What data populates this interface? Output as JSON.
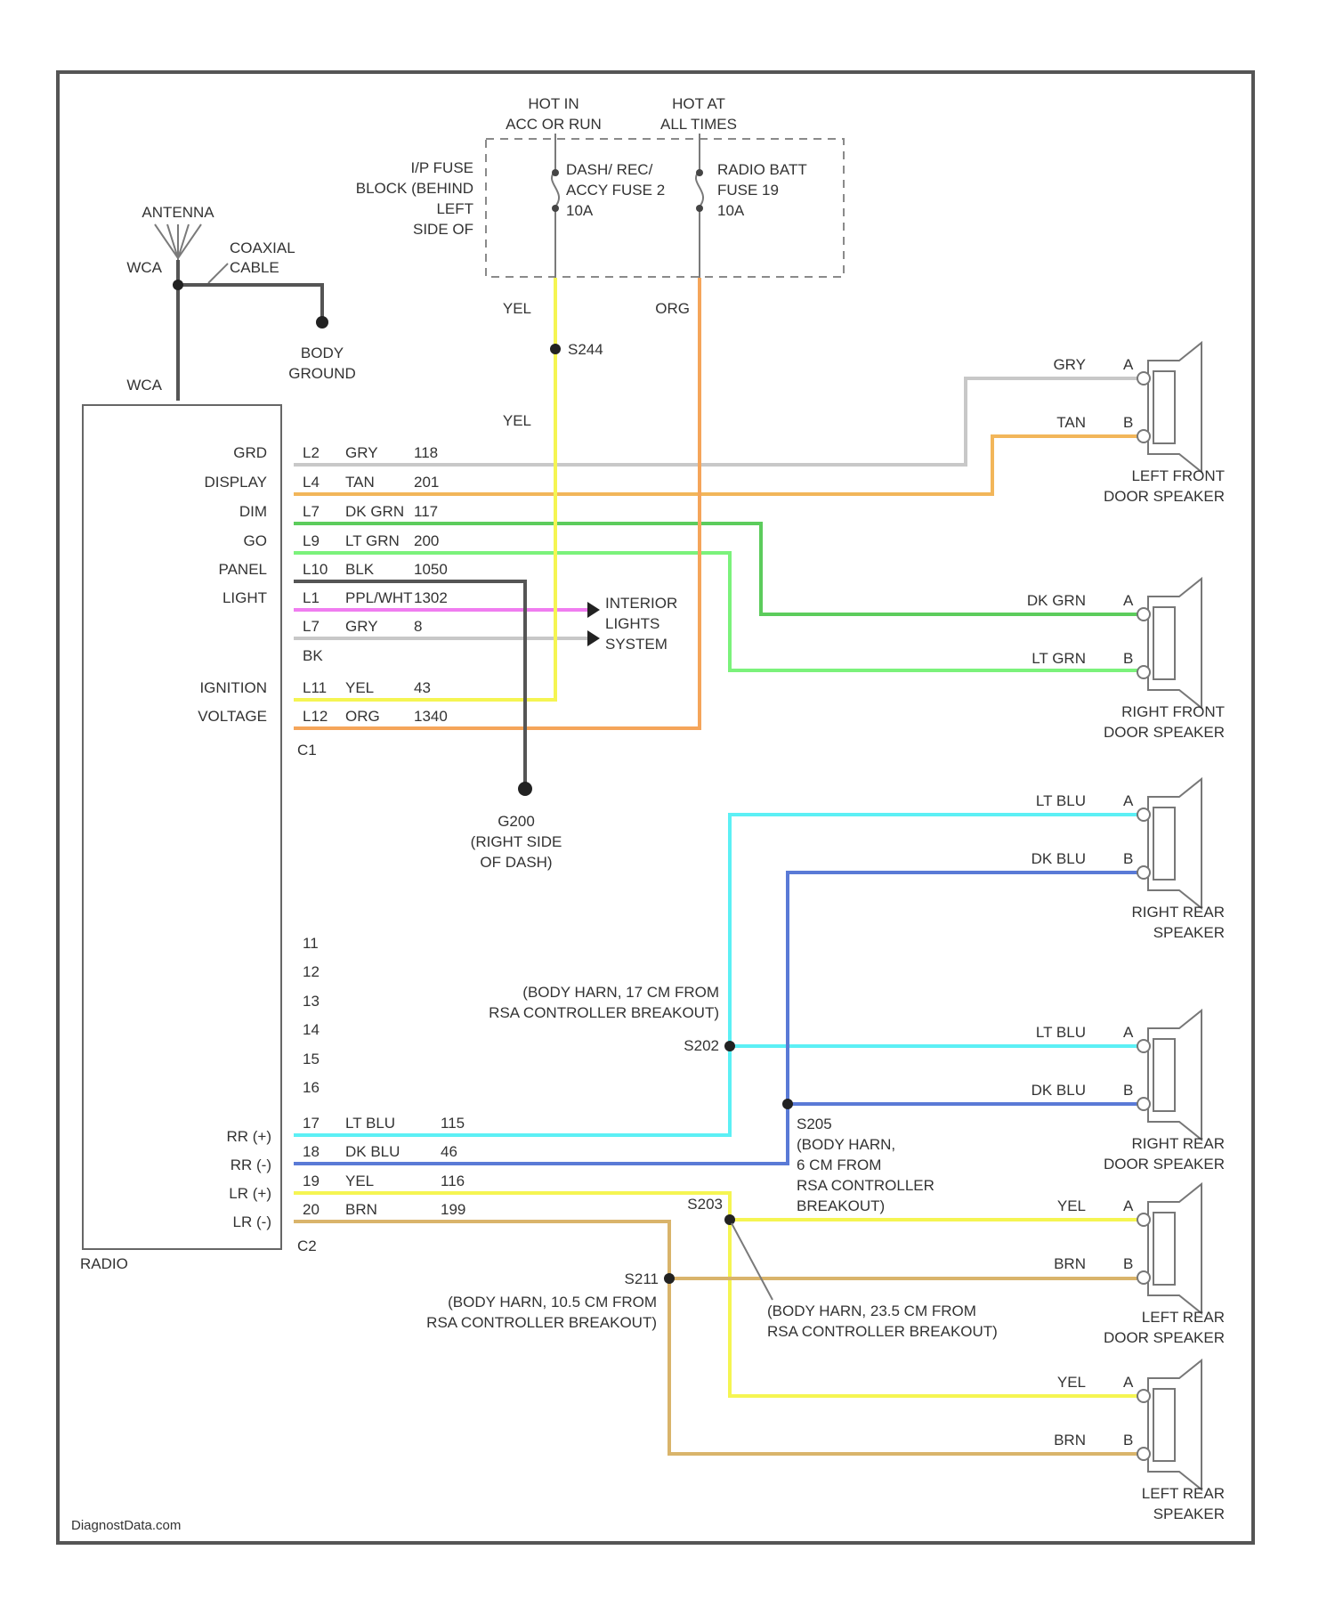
{
  "colors": {
    "GRY": "#c8c8c8",
    "TAN": "#f2b65a",
    "DK_GRN": "#5ccc5c",
    "LT_GRN": "#7bf27b",
    "PPL_WHT": "#f07df0",
    "LT_GRY": "#c8c8c8",
    "BLK": "#555555",
    "YEL": "#f5f552",
    "ORG": "#f5a55a",
    "LT_BLU": "#5cf0f5",
    "DK_BLU": "#5a7ad6",
    "BRN": "#d9b46b"
  },
  "power": {
    "hot_acc": [
      "HOT IN",
      "ACC OR RUN"
    ],
    "hot_all": [
      "HOT AT",
      "ALL TIMES"
    ],
    "fuse_block": [
      "I/P FUSE",
      "BLOCK (BEHIND",
      "LEFT",
      "SIDE OF"
    ],
    "fuse_acc": [
      "DASH/ REC/",
      "ACCY FUSE 2",
      "10A"
    ],
    "fuse_batt": [
      "RADIO BATT",
      "FUSE 19",
      "10A"
    ],
    "wire_yel": "YEL",
    "wire_yel2": "YEL",
    "wire_org": "ORG",
    "splice": "S244"
  },
  "antenna": {
    "label": "ANTENNA",
    "wca_top": "WCA",
    "wca_bottom": "WCA",
    "coax": [
      "COAXIAL",
      "CABLE"
    ],
    "ground": [
      "BODY",
      "GROUND"
    ]
  },
  "radio": {
    "name": "RADIO",
    "labels": [
      "GRD",
      "DISPLAY",
      "DIM",
      "GO",
      "PANEL",
      "LIGHT",
      "",
      "",
      "IGNITION",
      "VOLTAGE"
    ],
    "connector_c1": "C1",
    "connector_c2": "C2",
    "c1_pins": [
      {
        "pin": "L2",
        "wire": "GRY",
        "ckt": "118"
      },
      {
        "pin": "L4",
        "wire": "TAN",
        "ckt": "201"
      },
      {
        "pin": "L7",
        "wire": "DK GRN",
        "ckt": "117"
      },
      {
        "pin": "L9",
        "wire": "LT GRN",
        "ckt": "200"
      },
      {
        "pin": "L10",
        "wire": "BLK",
        "ckt": "1050"
      },
      {
        "pin": "L1",
        "wire": "PPL/WHT",
        "ckt": "1302"
      },
      {
        "pin": "L7",
        "wire": "GRY",
        "ckt": "8"
      },
      {
        "pin": "BK",
        "wire": "",
        "ckt": ""
      },
      {
        "pin": "L11",
        "wire": "YEL",
        "ckt": "43"
      },
      {
        "pin": "L12",
        "wire": "ORG",
        "ckt": "1340"
      }
    ],
    "c2_pins": [
      {
        "pin": "11",
        "wire": "",
        "ckt": ""
      },
      {
        "pin": "12",
        "wire": "",
        "ckt": ""
      },
      {
        "pin": "13",
        "wire": "",
        "ckt": ""
      },
      {
        "pin": "14",
        "wire": "",
        "ckt": ""
      },
      {
        "pin": "15",
        "wire": "",
        "ckt": ""
      },
      {
        "pin": "16",
        "wire": "",
        "ckt": ""
      },
      {
        "pin": "17",
        "wire": "LT BLU",
        "ckt": "115"
      },
      {
        "pin": "18",
        "wire": "DK BLU",
        "ckt": "46"
      },
      {
        "pin": "19",
        "wire": "YEL",
        "ckt": "116"
      },
      {
        "pin": "20",
        "wire": "BRN",
        "ckt": "199"
      }
    ],
    "rear_labels": [
      "RR (+)",
      "RR (-)",
      "LR (+)",
      "LR (-)"
    ]
  },
  "interior": [
    "INTERIOR",
    "LIGHTS",
    "SYSTEM"
  ],
  "ground_g": [
    "G200",
    "(RIGHT SIDE",
    "OF DASH)"
  ],
  "speakers": [
    {
      "name": [
        "LEFT FRONT",
        "DOOR SPEAKER"
      ],
      "a": "GRY",
      "b": "TAN"
    },
    {
      "name": [
        "RIGHT FRONT",
        "DOOR SPEAKER"
      ],
      "a": "DK GRN",
      "b": "LT GRN"
    },
    {
      "name": [
        "RIGHT REAR",
        "SPEAKER"
      ],
      "a": "LT BLU",
      "b": "DK BLU"
    },
    {
      "name": [
        "RIGHT REAR",
        "DOOR SPEAKER"
      ],
      "a": "LT BLU",
      "b": "DK BLU"
    },
    {
      "name": [
        "LEFT REAR",
        "DOOR SPEAKER"
      ],
      "a": "YEL",
      "b": "BRN"
    },
    {
      "name": [
        "LEFT REAR",
        "SPEAKER"
      ],
      "a": "YEL",
      "b": "BRN"
    }
  ],
  "terminal_a": "A",
  "terminal_b": "B",
  "splices": {
    "s202": {
      "id": "S202",
      "note": [
        "(BODY HARN, 17 CM FROM",
        "RSA CONTROLLER BREAKOUT)"
      ]
    },
    "s205": {
      "id": "S205",
      "note": [
        "(BODY HARN,",
        "6 CM FROM",
        "RSA CONTROLLER",
        "BREAKOUT)"
      ]
    },
    "s203": {
      "id": "S203",
      "note": [
        "(BODY HARN, 23.5 CM FROM",
        "RSA CONTROLLER BREAKOUT)"
      ]
    },
    "s211": {
      "id": "S211",
      "note": [
        "(BODY HARN, 10.5 CM FROM",
        "RSA CONTROLLER BREAKOUT)"
      ]
    }
  },
  "footer": "DiagnostData.com"
}
